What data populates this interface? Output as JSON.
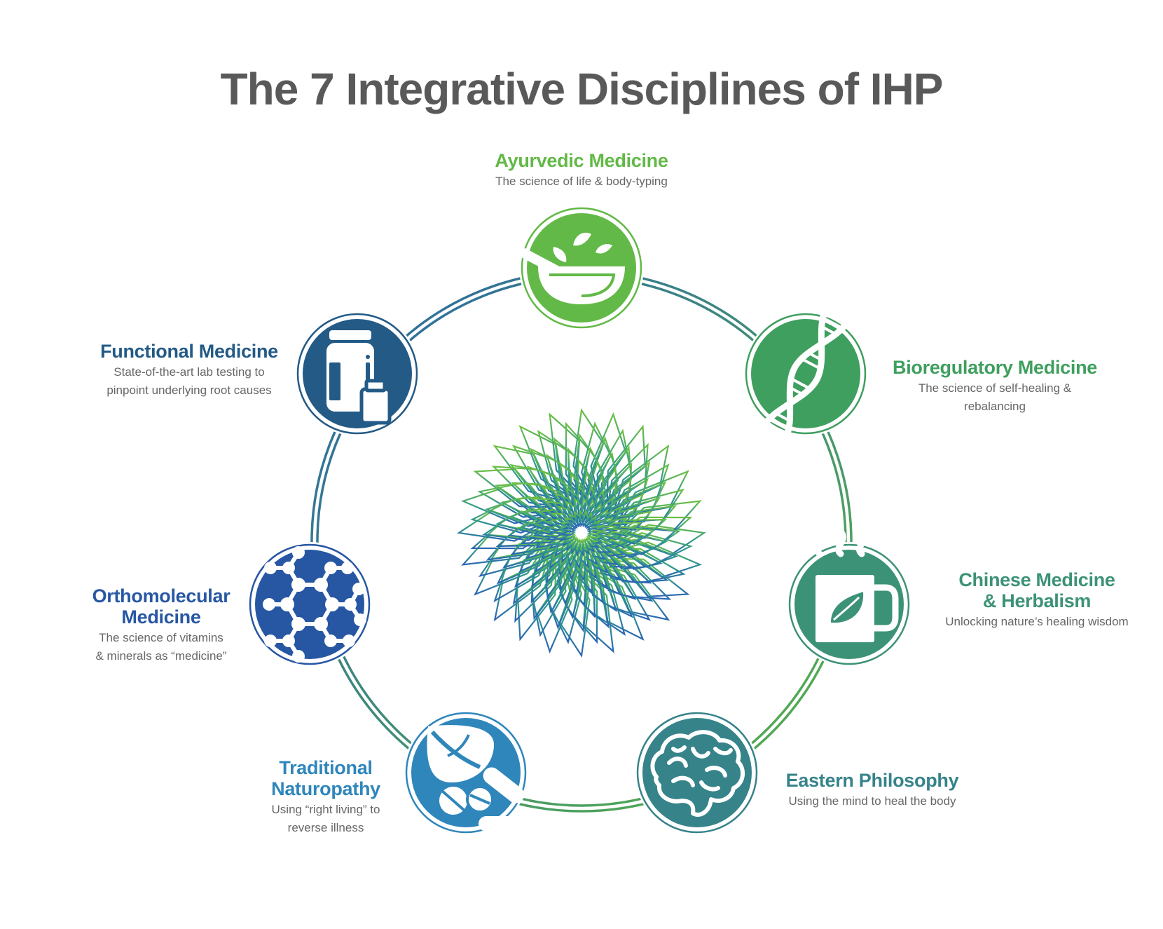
{
  "title": "The 7 Integrative Disciplines of IHP",
  "colors": {
    "title": "#595959",
    "ring_blue": "#2a66a8",
    "ring_green": "#58b446",
    "node_stroke_default": "#ffffff",
    "ayurvedic": "#62b947",
    "bioregulatory": "#3f9f5e",
    "chinese": "#3c9277",
    "eastern": "#36838a",
    "naturopathy": "#2f86bb",
    "orthomolecular": "#2757a3",
    "functional": "#235a86",
    "spiral_top": "#6cbf45",
    "spiral_mid": "#2f9a8c",
    "spiral_bottom": "#2a66b3"
  },
  "disciplines": [
    {
      "key": "ayurvedic",
      "name": "Ayurvedic Medicine",
      "description": "The science of life & body-typing",
      "icon": "mortar-pestle-icon",
      "color": "#62b947"
    },
    {
      "key": "bioregulatory",
      "name": "Bioregulatory Medicine",
      "description": "The science of self-healing &\nrebalancing",
      "icon": "dna-icon",
      "color": "#3f9f5e"
    },
    {
      "key": "chinese",
      "name": "Chinese Medicine\n& Herbalism",
      "description": "Unlocking nature’s healing wisdom",
      "icon": "tea-mug-icon",
      "color": "#3c9277"
    },
    {
      "key": "eastern",
      "name": "Eastern Philosophy",
      "description": "Using the mind to heal the body",
      "icon": "brain-icon",
      "color": "#36838a"
    },
    {
      "key": "naturopathy",
      "name": "Traditional\nNaturopathy",
      "description": "Using “right living” to\nreverse illness",
      "icon": "leaf-pills-icon",
      "color": "#2f86bb"
    },
    {
      "key": "orthomolecular",
      "name": "Orthomolecular\nMedicine",
      "description": "The science of vitamins\n& minerals as “medicine”",
      "icon": "molecule-icon",
      "color": "#2757a3"
    },
    {
      "key": "functional",
      "name": "Functional Medicine",
      "description": "State-of-the-art lab testing to\npinpoint underlying root causes",
      "icon": "supplement-bottles-icon",
      "color": "#235a86"
    }
  ],
  "center_emblem": {
    "icon": "spiral-mandala-icon"
  }
}
